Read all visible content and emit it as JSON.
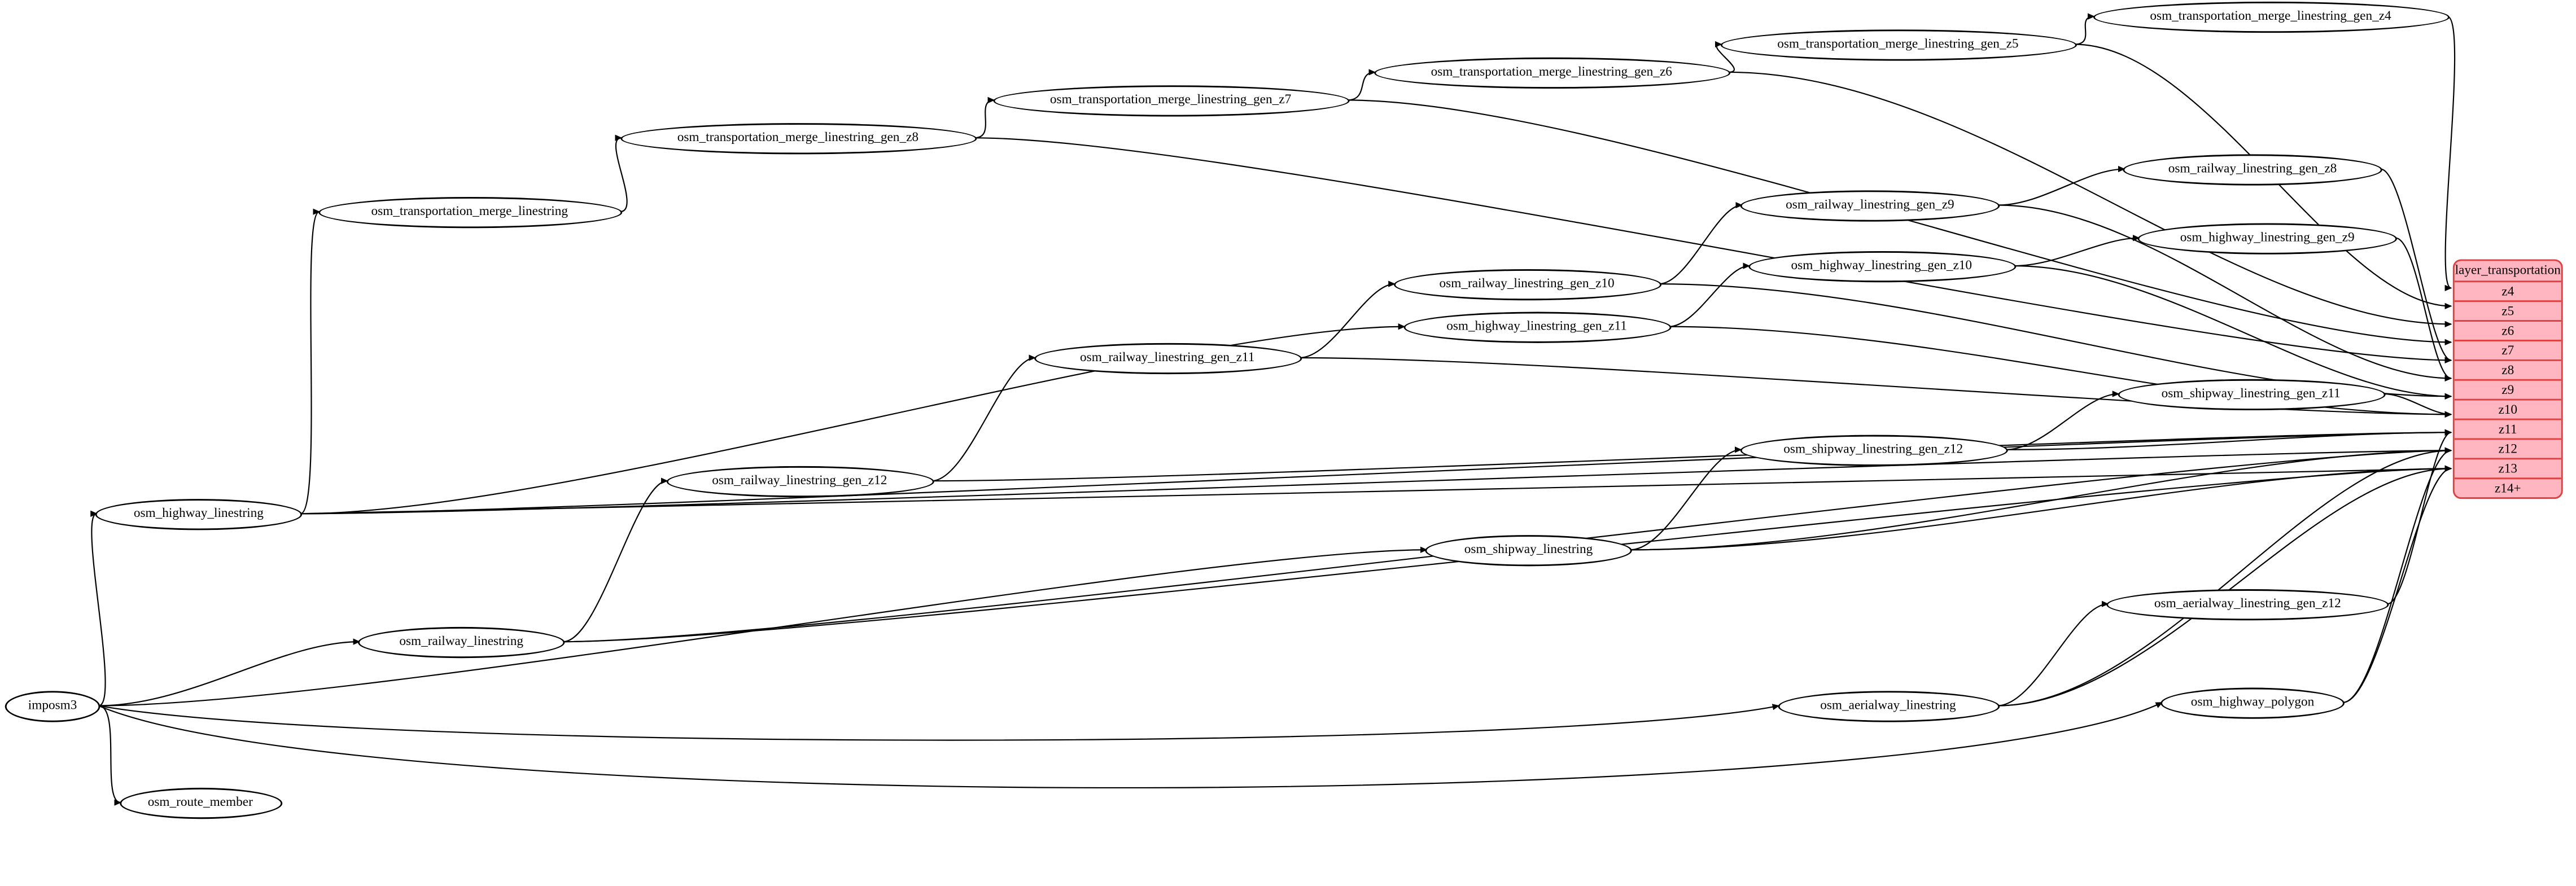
{
  "graph": {
    "background": "#ffffff",
    "edge_color": "#000000",
    "node_fill": "#ffffff",
    "node_border": "#000000"
  },
  "layer_node": {
    "title": "layer_transportation",
    "rows": [
      "z4",
      "z5",
      "z6",
      "z7",
      "z8",
      "z9",
      "z10",
      "z11",
      "z12",
      "z13",
      "z14+"
    ],
    "fill": "#ffb6c1",
    "border": "#e04040"
  },
  "nodes": [
    {
      "id": "imposm3",
      "label": "imposm3"
    },
    {
      "id": "osm_route_member",
      "label": "osm_route_member"
    },
    {
      "id": "osm_highway_linestring",
      "label": "osm_highway_linestring"
    },
    {
      "id": "osm_railway_linestring",
      "label": "osm_railway_linestring"
    },
    {
      "id": "osm_shipway_linestring",
      "label": "osm_shipway_linestring"
    },
    {
      "id": "osm_aerialway_linestring",
      "label": "osm_aerialway_linestring"
    },
    {
      "id": "osm_highway_polygon",
      "label": "osm_highway_polygon"
    },
    {
      "id": "osm_transportation_merge_linestring",
      "label": "osm_transportation_merge_linestring"
    },
    {
      "id": "osm_transportation_merge_linestring_gen_z8",
      "label": "osm_transportation_merge_linestring_gen_z8"
    },
    {
      "id": "osm_transportation_merge_linestring_gen_z7",
      "label": "osm_transportation_merge_linestring_gen_z7"
    },
    {
      "id": "osm_transportation_merge_linestring_gen_z6",
      "label": "osm_transportation_merge_linestring_gen_z6"
    },
    {
      "id": "osm_transportation_merge_linestring_gen_z5",
      "label": "osm_transportation_merge_linestring_gen_z5"
    },
    {
      "id": "osm_transportation_merge_linestring_gen_z4",
      "label": "osm_transportation_merge_linestring_gen_z4"
    },
    {
      "id": "osm_railway_linestring_gen_z12",
      "label": "osm_railway_linestring_gen_z12"
    },
    {
      "id": "osm_railway_linestring_gen_z11",
      "label": "osm_railway_linestring_gen_z11"
    },
    {
      "id": "osm_railway_linestring_gen_z10",
      "label": "osm_railway_linestring_gen_z10"
    },
    {
      "id": "osm_railway_linestring_gen_z9",
      "label": "osm_railway_linestring_gen_z9"
    },
    {
      "id": "osm_railway_linestring_gen_z8",
      "label": "osm_railway_linestring_gen_z8"
    },
    {
      "id": "osm_highway_linestring_gen_z11",
      "label": "osm_highway_linestring_gen_z11"
    },
    {
      "id": "osm_highway_linestring_gen_z10",
      "label": "osm_highway_linestring_gen_z10"
    },
    {
      "id": "osm_highway_linestring_gen_z9",
      "label": "osm_highway_linestring_gen_z9"
    },
    {
      "id": "osm_shipway_linestring_gen_z12",
      "label": "osm_shipway_linestring_gen_z12"
    },
    {
      "id": "osm_shipway_linestring_gen_z11",
      "label": "osm_shipway_linestring_gen_z11"
    },
    {
      "id": "osm_aerialway_linestring_gen_z12",
      "label": "osm_aerialway_linestring_gen_z12"
    }
  ],
  "edges": [
    {
      "from": "imposm3",
      "to": "osm_highway_linestring"
    },
    {
      "from": "imposm3",
      "to": "osm_railway_linestring"
    },
    {
      "from": "imposm3",
      "to": "osm_shipway_linestring"
    },
    {
      "from": "imposm3",
      "to": "osm_aerialway_linestring"
    },
    {
      "from": "imposm3",
      "to": "osm_highway_polygon"
    },
    {
      "from": "imposm3",
      "to": "osm_route_member"
    },
    {
      "from": "osm_highway_linestring",
      "to": "osm_transportation_merge_linestring"
    },
    {
      "from": "osm_transportation_merge_linestring",
      "to": "osm_transportation_merge_linestring_gen_z8"
    },
    {
      "from": "osm_transportation_merge_linestring_gen_z8",
      "to": "osm_transportation_merge_linestring_gen_z7"
    },
    {
      "from": "osm_transportation_merge_linestring_gen_z7",
      "to": "osm_transportation_merge_linestring_gen_z6"
    },
    {
      "from": "osm_transportation_merge_linestring_gen_z6",
      "to": "osm_transportation_merge_linestring_gen_z5"
    },
    {
      "from": "osm_transportation_merge_linestring_gen_z5",
      "to": "osm_transportation_merge_linestring_gen_z4"
    },
    {
      "from": "osm_railway_linestring",
      "to": "osm_railway_linestring_gen_z12"
    },
    {
      "from": "osm_railway_linestring_gen_z12",
      "to": "osm_railway_linestring_gen_z11"
    },
    {
      "from": "osm_railway_linestring_gen_z11",
      "to": "osm_railway_linestring_gen_z10"
    },
    {
      "from": "osm_railway_linestring_gen_z10",
      "to": "osm_railway_linestring_gen_z9"
    },
    {
      "from": "osm_railway_linestring_gen_z9",
      "to": "osm_railway_linestring_gen_z8"
    },
    {
      "from": "osm_highway_linestring",
      "to": "osm_highway_linestring_gen_z11"
    },
    {
      "from": "osm_highway_linestring_gen_z11",
      "to": "osm_highway_linestring_gen_z10"
    },
    {
      "from": "osm_highway_linestring_gen_z10",
      "to": "osm_highway_linestring_gen_z9"
    },
    {
      "from": "osm_shipway_linestring",
      "to": "osm_shipway_linestring_gen_z12"
    },
    {
      "from": "osm_shipway_linestring_gen_z12",
      "to": "osm_shipway_linestring_gen_z11"
    },
    {
      "from": "osm_aerialway_linestring",
      "to": "osm_aerialway_linestring_gen_z12"
    },
    {
      "from": "osm_transportation_merge_linestring_gen_z4",
      "to": "layer:z4"
    },
    {
      "from": "osm_transportation_merge_linestring_gen_z5",
      "to": "layer:z5"
    },
    {
      "from": "osm_transportation_merge_linestring_gen_z6",
      "to": "layer:z6"
    },
    {
      "from": "osm_transportation_merge_linestring_gen_z7",
      "to": "layer:z7"
    },
    {
      "from": "osm_transportation_merge_linestring_gen_z8",
      "to": "layer:z8"
    },
    {
      "from": "osm_railway_linestring_gen_z8",
      "to": "layer:z8"
    },
    {
      "from": "osm_railway_linestring_gen_z9",
      "to": "layer:z9"
    },
    {
      "from": "osm_highway_linestring_gen_z9",
      "to": "layer:z9"
    },
    {
      "from": "osm_railway_linestring_gen_z10",
      "to": "layer:z10"
    },
    {
      "from": "osm_highway_linestring_gen_z10",
      "to": "layer:z10"
    },
    {
      "from": "osm_railway_linestring_gen_z11",
      "to": "layer:z11"
    },
    {
      "from": "osm_highway_linestring_gen_z11",
      "to": "layer:z11"
    },
    {
      "from": "osm_shipway_linestring_gen_z11",
      "to": "layer:z11"
    },
    {
      "from": "osm_railway_linestring_gen_z12",
      "to": "layer:z12"
    },
    {
      "from": "osm_shipway_linestring_gen_z12",
      "to": "layer:z12"
    },
    {
      "from": "osm_aerialway_linestring_gen_z12",
      "to": "layer:z12"
    },
    {
      "from": "osm_highway_linestring",
      "to": "layer:z12"
    },
    {
      "from": "osm_highway_linestring",
      "to": "layer:z13"
    },
    {
      "from": "osm_railway_linestring",
      "to": "layer:z13"
    },
    {
      "from": "osm_shipway_linestring",
      "to": "layer:z13"
    },
    {
      "from": "osm_aerialway_linestring",
      "to": "layer:z13"
    },
    {
      "from": "osm_highway_polygon",
      "to": "layer:z13"
    },
    {
      "from": "osm_highway_linestring",
      "to": "layer:z14+"
    },
    {
      "from": "osm_railway_linestring",
      "to": "layer:z14+"
    },
    {
      "from": "osm_shipway_linestring",
      "to": "layer:z14+"
    },
    {
      "from": "osm_aerialway_linestring",
      "to": "layer:z14+"
    },
    {
      "from": "osm_highway_polygon",
      "to": "layer:z14+"
    }
  ]
}
